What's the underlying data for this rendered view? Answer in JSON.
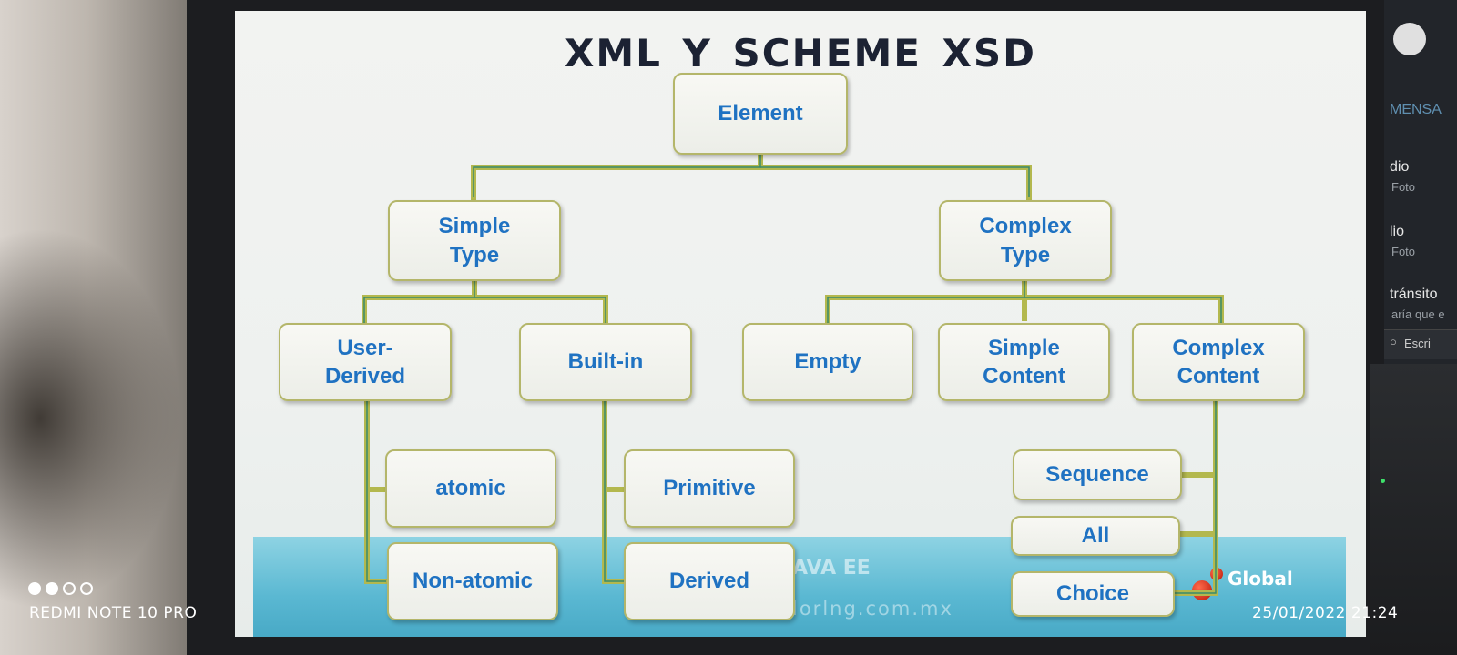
{
  "slide": {
    "title": "XML Y SCHEME  XSD",
    "watermark_1": "AVA EE",
    "watermark_2": "lorlng.com.mx",
    "brand": "Global",
    "nodes": {
      "element": "Element",
      "simple_type": "Simple\nType",
      "complex_type": "Complex\nType",
      "user_derived": "User-\nDerived",
      "built_in": "Built-in",
      "empty": "Empty",
      "simple_content": "Simple\nContent",
      "complex_content": "Complex\nContent",
      "atomic": "atomic",
      "non_atomic": "Non-atomic",
      "primitive": "Primitive",
      "derived": "Derived",
      "sequence": "Sequence",
      "all": "All",
      "choice": "Choice"
    }
  },
  "side_panel": {
    "header": "MENSA",
    "items": [
      {
        "title": "dio",
        "subtitle": "Foto"
      },
      {
        "title": "lio",
        "subtitle": "Foto"
      },
      {
        "title": "tránsito",
        "subtitle": "aría que e"
      }
    ],
    "input_placeholder": "Escri"
  },
  "camera": {
    "label": "REDMI NOTE 10 PRO",
    "timestamp": "25/01/2022 21:24"
  }
}
